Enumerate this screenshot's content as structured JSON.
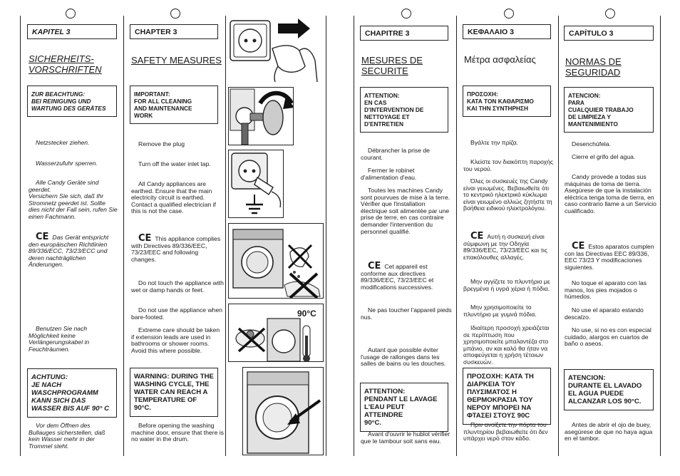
{
  "german": {
    "chapter": "KAPITEL 3",
    "title": "SICHERHEITS-\nVORSCHRIFTEN",
    "important": "ZUR BEACHTUNG:\nBEI REINIGUNG UND\nWARTUNG DES GERÄTES",
    "p1": "Netzstecker ziehen.",
    "p2": "Wasserzufuhr sperren.",
    "p3": "Alle Candy Geräte sind geerdet.\nVersichern Sie sich, daß Ihr Stromnetz geerdet ist. Sollte dies nicht der Fall sein, rufen Sie einen Fachmann.",
    "p4": "Das Gerät entspricht den europäischen Richtlinien 89/336/ECC, 73/23/ECC und deren nachträglichen Änderungen.",
    "p5": "Benutzen Sie nach Möglichkeit keine Verlängerungskabel in Feuchträumen.",
    "warning": "ACHTUNG:\nJE NACH\nWASCHPROGRAMM\nKANN SICH DAS\nWASSER BIS AUF 90° C",
    "p6": "Vor dem Öffnen des Bullauges sicherstellen, daß kein Wasser mehr in der Trommel steht."
  },
  "english": {
    "chapter": "CHAPTER 3",
    "title": "SAFETY MEASURES",
    "important": "IMPORTANT:\nFOR ALL CLEANING\nAND MAINTENANCE\nWORK",
    "p1": "Remove the plug",
    "p2": "Turn off the water inlet tap.",
    "p3": "All Candy appliances are earthed. Ensure that the main electricity circuit is earthed. Contact a qualified electrician if this is not the case.",
    "p4": "This appliance complies with Directives 89/336/EEC, 73/23/EEC and following changes.",
    "p5": "Do not touch the appliance with wet or damp hands or feet.",
    "p6": "Do not use the appliance when bare-footed.",
    "p7": "Extreme care should be taken if extension leads are used in bathrooms or shower rooms. Avoid this where possible.",
    "warning": "WARNING: DURING THE WASHING CYCLE, THE WATER CAN REACH A TEMPERATURE OF 90°C.",
    "p8": "Before opening the washing machine door, ensure that there is no water in the drum."
  },
  "illustrations": {
    "temp_label": "90°C"
  },
  "french": {
    "chapter": "CHAPITRE 3",
    "title": "MESURES DE\nSECURITE",
    "important": "ATTENTION:\nEN CAS\nD'INTERVENTION DE\nNETTOYAGE ET\nD'ENTRETIEN",
    "p1": "Débrancher la prise de courant.",
    "p2": "Fermer le robinet d'alimentation d'eau.",
    "p3": "Toutes les machines Candy sont pourvues de mise à la terre.\nVérifier que l'installation électrique soit alimentée par une prise de terre, en cas contraire demander l'intervention du personnel qualifié.",
    "p4": "Cet appareil est conforme aux directives 89/336/EEC, 73/23/EEC et modifications successives.",
    "p5": "Ne pas toucher l'appareil pieds nus.",
    "p6": "Autant que possible éviter l'usage de rallonges dans les salles de bains ou les douches.",
    "warning": "ATTENTION:\nPENDANT LE LAVAGE\nL'EAU PEUT ATTEINDRE\n90°C.",
    "p7": "Avant d'ouvrir le hublot vérifier que le tambour soit sans eau."
  },
  "greek": {
    "chapter": "ΚΕΦΑΛΑΙΟ 3",
    "title": "Μέτρα ασφαλείας",
    "important": "ΠΡΟΣΟΧΗ:\nΚΑΤΑ ΤΟΝ ΚΑΘΑΡΙΣΜΟ\nΚΑΙ ΤΗΝ ΣΥΝΤΗΡΗΣΗ",
    "p1": "Βγάλτε την πρίζα.",
    "p2": "Κλείστε τον διακόπτη παροχής του νερού.",
    "p3": "Όλες οι συσκευές της Candy είναι γειωμένες. Βεβαιωθείτε ότι το κεντρικό ηλεκτρικό κύκλωμα είναι γειωμένο αλλιώς ζητήστε τη βοήθεια ειδικού ηλεκτρολόγου.",
    "p4": "Αυτή η συσκευή είναι σύμφωνη με την Οδηγία 89/336/EEC, 73/23/EEC και τις επακόλουθες αλλαγές.",
    "p5": "Μην αγγίζετε το πλυντήριο με βρεγμένα ή υγρά χέρια ή πόδια.",
    "p6": "Μην χρησιμοποιείτε το πλυντήριο με γυμνά πόδια.",
    "p7": "Ιδιαίτερη προσοχή χρειάζεται σε περίπτωση που χρησιμοποιείτε μπαλαντέζα στο μπάνιο, αν και καλό θα ήταν να αποφεύγεται η χρήση τέτοιων συσκευών.",
    "warning": "ΠΡΟΣΟΧΗ: ΚΑΤΑ ΤΗ ΔΙΑΡΚΕΙΑ ΤΟΥ ΠΛΥΣΙΜΑΤΟΣ Η ΘΕΡΜΟΚΡΑΣΙΑ ΤΟΥ ΝΕΡΟΥ ΜΠΟΡΕΙ ΝΑ ΦΤΑΣΕΙ ΣΤΟΥΣ 90C",
    "p8": "Πριν ανοίξετε την πόρτα του πλυντηρίου βεβαιωθείτε ότι δεν υπάρχει νερό στον κάδο."
  },
  "spanish": {
    "chapter": "CAPÍTULO 3",
    "title": "NORMAS DE\nSEGURIDAD",
    "important": "ATENCION:\nPARA\nCUALQUIER TRABAJO\nDE LIMPIEZA Y\nMANTENIMIENTO",
    "p1": "Desenchúfela.",
    "p2": "Cierre el grifo del agua.",
    "p3": "Candy provede a todas sus máquinas de toma de tierra.\nAsegúrese de que la instalación eléctrica tenga toma de tierra, en caso contrario llame a un Servicio cualificado.",
    "p4": "Estos aparatos cumplen con las Directivas EEC 89/336, EEC 73/23 Y modificaciones siguientes.",
    "p5": "No toque el aparato con las manos, los pies mojados o húmedos.",
    "p6": "No use el aparato estando descalzo.",
    "p7": "No use, si no es con especial cuidado, alargos en cuartos de baño o aseos.",
    "warning": "ATENCION:\nDURANTE EL LAVADO EL AGUA PUEDE ALCANZAR LOS 90°C.",
    "p8": "Antes de abrir el ojo de buey, asegúrese de que no haya agua en el tambor."
  },
  "ce_mark": "CE"
}
